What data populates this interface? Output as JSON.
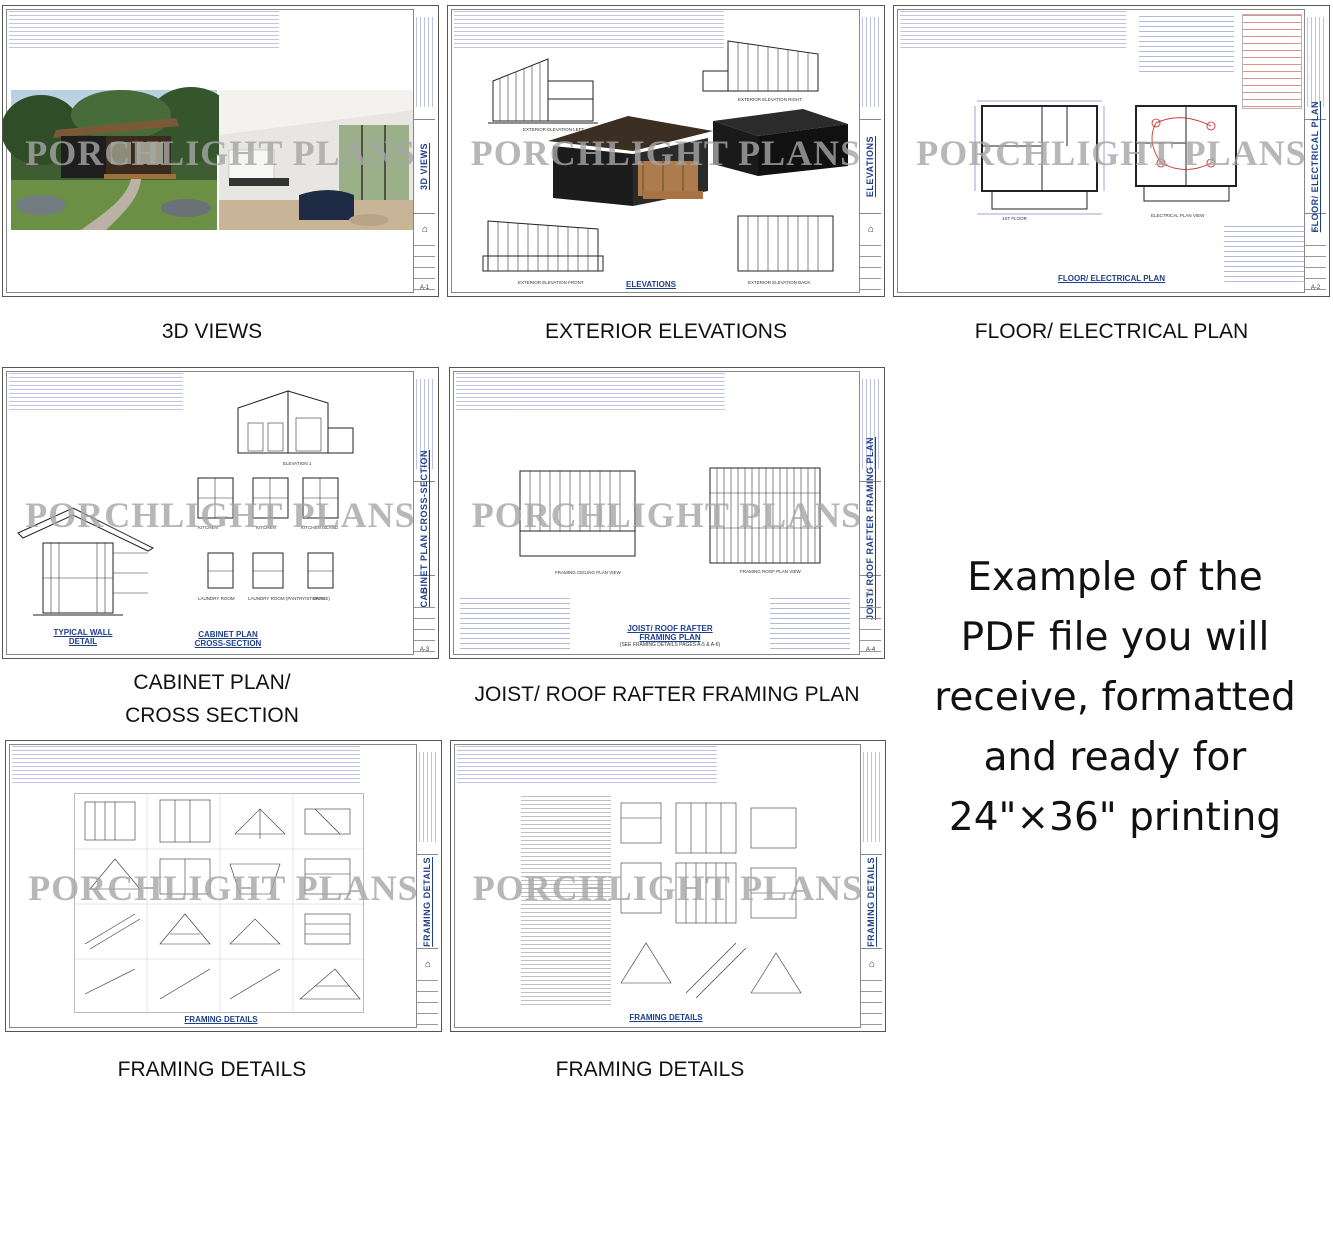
{
  "watermark_text": "PORCHLIGHT PLANS",
  "sheets": [
    {
      "id": "a1",
      "caption": "3D VIEWS",
      "sheet_name": "3D VIEWS",
      "sheet_number": "A-1"
    },
    {
      "id": "a2",
      "caption": "EXTERIOR ELEVATIONS",
      "sheet_name": "ELEVATIONS",
      "drawing_caption": "ELEVATIONS"
    },
    {
      "id": "a3",
      "caption": "FLOOR/ ELECTRICAL PLAN",
      "sheet_name": "FLOOR/ ELECTRICAL PLAN",
      "drawing_caption": "FLOOR/ ELECTRICAL PLAN",
      "sheet_number": "A-2"
    },
    {
      "id": "a4",
      "caption_line1": "CABINET PLAN/",
      "caption_line2": "CROSS SECTION",
      "sheet_name": "CABINET PLAN CROSS-SECTION",
      "drawing_caption": "CABINET PLAN CROSS-SECTION",
      "sub_caption": "TYPICAL WALL DETAIL",
      "labels": [
        "KITCHEN",
        "KITCHEN",
        "KITCHEN ISLAND",
        "LAUNDRY ROOM",
        "LAUNDRY ROOM (PANTRY/STORAGE)",
        "BATH"
      ],
      "sheet_number": "A-3"
    },
    {
      "id": "a5",
      "caption": "JOIST/ ROOF RAFTER FRAMING PLAN",
      "sheet_name": "JOIST/ ROOF RAFTER FRAMING PLAN",
      "drawing_caption_line1": "JOIST/ ROOF RAFTER",
      "drawing_caption_line2": "FRAMING PLAN",
      "sub_caption": "(SEE FRAMING DETAILS PAGES A-5 & A-6)",
      "sheet_number": "A-4"
    },
    {
      "id": "a6",
      "caption": "FRAMING DETAILS",
      "sheet_name": "FRAMING DETAILS",
      "drawing_caption": "FRAMING DETAILS"
    },
    {
      "id": "a7",
      "caption": "FRAMING DETAILS",
      "sheet_name": "FRAMING DETAILS",
      "drawing_caption": "FRAMING DETAILS"
    }
  ],
  "example_text_lines": [
    "Example of the",
    "PDF file you will",
    "receive, formatted",
    "and ready for",
    "24\"×36\" printing"
  ]
}
